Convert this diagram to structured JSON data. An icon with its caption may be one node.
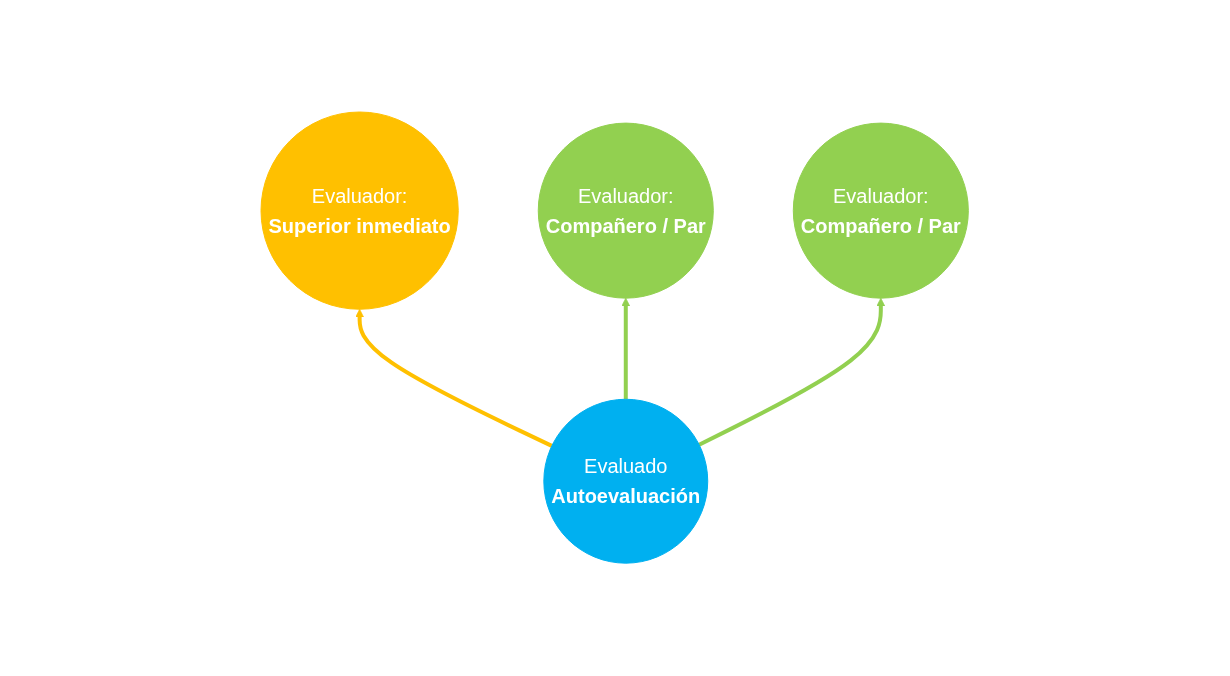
{
  "diagram": {
    "nodes": [
      {
        "text": [
          "Evaluador:",
          "Superior inmediato"
        ]
      },
      {
        "text": [
          "Evaluador:",
          "Compañero / Par"
        ]
      },
      {
        "text": [
          "Evaluado",
          "Autoevaluación"
        ]
      },
      {
        "text": [
          "Evaluador:",
          "Compañero / Par"
        ]
      }
    ],
    "edges": [
      {
        "from": 2,
        "to": 0,
        "arrow": "to",
        "color": "#ffc000"
      },
      {
        "from": 2,
        "to": 1,
        "arrow": "to"
      },
      {
        "from": 2,
        "to": 3,
        "arrow": "to"
      }
    ]
  }
}
